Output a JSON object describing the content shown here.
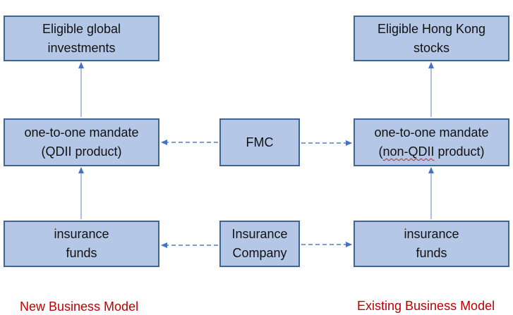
{
  "diagram": {
    "left": {
      "top_box": [
        "Eligible global",
        "investments"
      ],
      "mid_box": [
        "one-to-one mandate",
        "(QDII product)"
      ],
      "bottom_box": [
        "insurance",
        "funds"
      ],
      "caption": "New Business Model"
    },
    "center": {
      "mid_box": [
        "FMC"
      ],
      "bottom_box": [
        "Insurance",
        "Company"
      ]
    },
    "right": {
      "top_box": [
        "Eligible Hong Kong",
        "stocks"
      ],
      "mid_box": {
        "line1": "one-to-one mandate",
        "flagged_word": "non-QDII",
        "line2_rest": " product)",
        "line2_open": "("
      },
      "bottom_box": [
        "insurance",
        "funds"
      ],
      "caption": "Existing Business Model"
    },
    "colors": {
      "box_fill": "#b4c7e7",
      "box_border": "#3f6596",
      "connector": "#4f7fc4",
      "caption": "#c00000"
    }
  }
}
